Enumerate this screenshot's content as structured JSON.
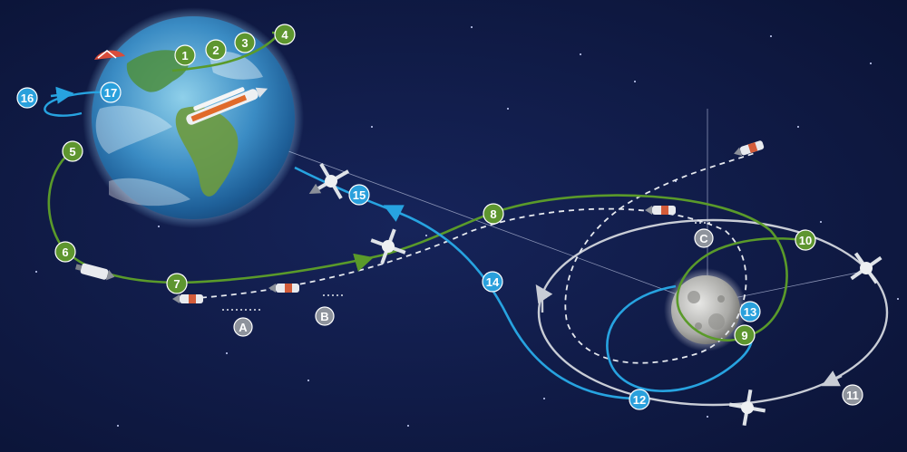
{
  "colors": {
    "background": "#0b1437",
    "green_path": "#5a9a2a",
    "blue_path": "#27a3e0",
    "gray_path": "#c9cdd6",
    "white_dashed": "#e6e9ef",
    "green_marker": "#5e962f",
    "blue_marker": "#2aa0dc",
    "gray_marker": "#8e939c"
  },
  "steps": {
    "s1": "1",
    "s2": "2",
    "s3": "3",
    "s4": "4",
    "s5": "5",
    "s6": "6",
    "s7": "7",
    "s8": "8",
    "s9": "9",
    "s10": "10",
    "s11": "11",
    "s12": "12",
    "s13": "13",
    "s14": "14",
    "s15": "15",
    "s16": "16",
    "s17": "17"
  },
  "points": {
    "a": "A",
    "b": "B",
    "c": "C"
  },
  "icons": [
    "earth-icon",
    "moon-icon",
    "rocket-icon",
    "spacecraft-icon",
    "parachute-icon"
  ]
}
